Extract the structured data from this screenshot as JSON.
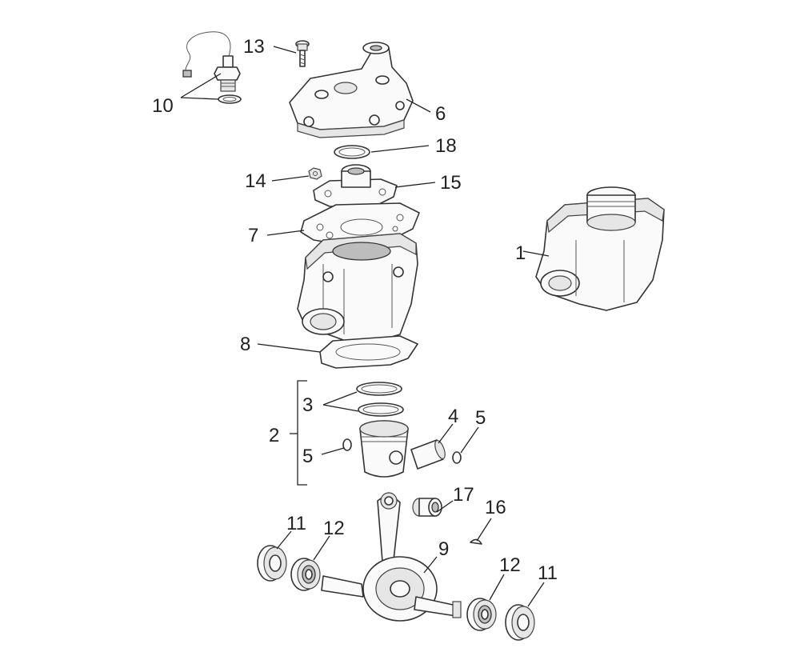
{
  "labels": {
    "l1": "1",
    "l2": "2",
    "l3": "3",
    "l4": "4",
    "l5a": "5",
    "l5b": "5",
    "l6": "6",
    "l7": "7",
    "l8": "8",
    "l9": "9",
    "l10": "10",
    "l11a": "11",
    "l11b": "11",
    "l12a": "12",
    "l12b": "12",
    "l13": "13",
    "l14": "14",
    "l15": "15",
    "l16": "16",
    "l17": "17",
    "l18": "18"
  }
}
